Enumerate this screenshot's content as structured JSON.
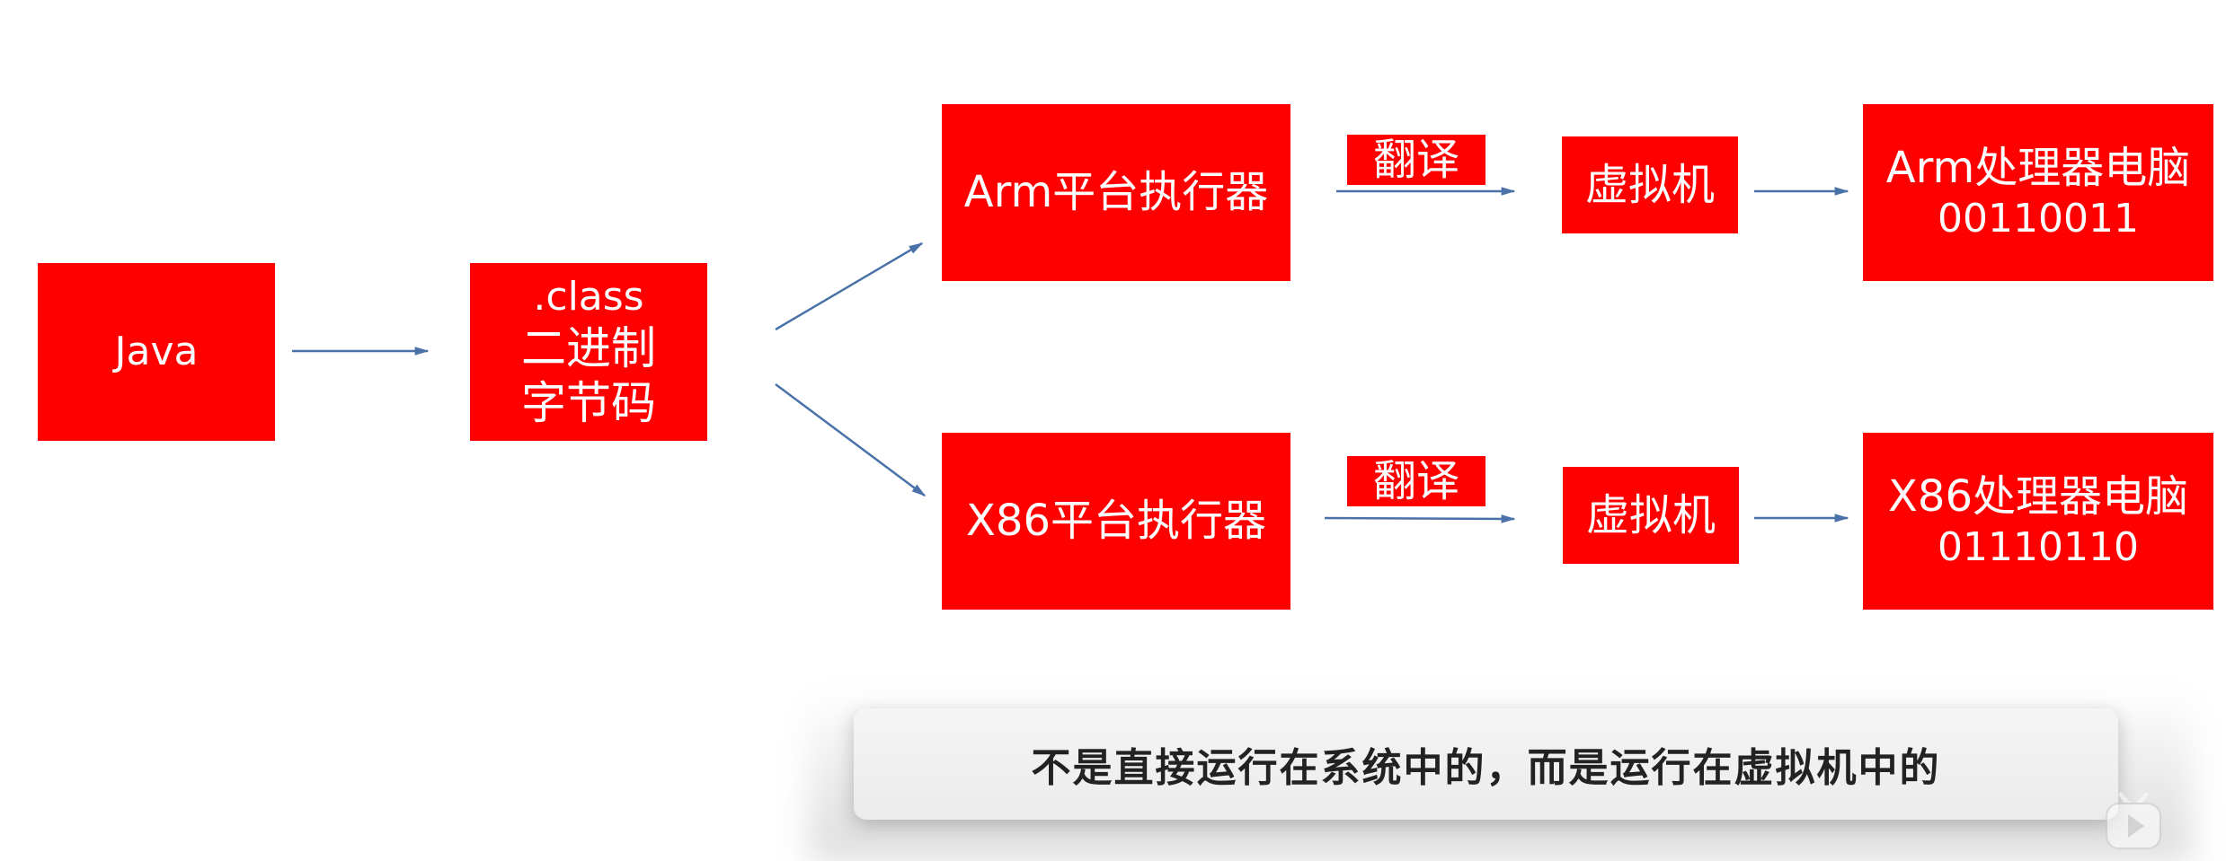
{
  "diagram": {
    "java": "Java",
    "class_box": [
      ".class",
      "二进制",
      "字节码"
    ],
    "arm_executor": "Arm平台执行器",
    "x86_executor": "X86平台执行器",
    "translate_top": "翻译",
    "translate_bottom": "翻译",
    "vm_top": "虚拟机",
    "vm_bottom": "虚拟机",
    "arm_pc": [
      "Arm处理器电脑",
      "00110011"
    ],
    "x86_pc": [
      "X86处理器电脑",
      "01110110"
    ]
  },
  "caption": {
    "text": "不是直接运行在系统中的，而是运行在虚拟机中的"
  },
  "colors": {
    "box_fill": "#ff0000",
    "box_text": "#ffffff",
    "arrow": "#4a72a8",
    "caption_text": "#222222"
  },
  "icons": {
    "player": "play-icon"
  }
}
